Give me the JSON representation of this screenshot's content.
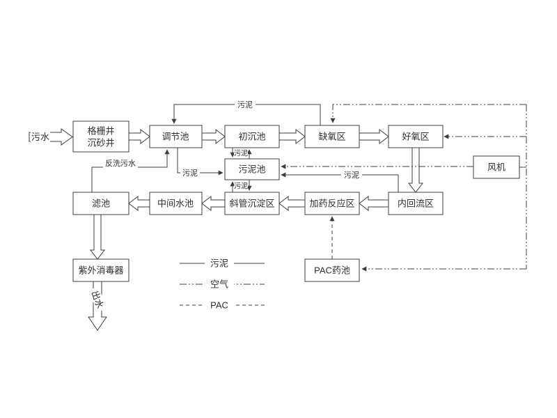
{
  "diagram": {
    "nodes": {
      "influent": "污水",
      "grit_well_line1": "格栅井",
      "grit_well_line2": "沉砂井",
      "regulating_tank": "调节池",
      "primary_sedimentation_tank": "初沉池",
      "anoxic_zone": "缺氧区",
      "aerobic_zone": "好氧区",
      "blower": "风机",
      "sludge_tank": "污泥池",
      "internal_reflux_zone": "内回流区",
      "dosing_reaction_zone": "加药反应区",
      "inclined_tube_sedimentation_zone": "斜管沉淀区",
      "intermediate_water_tank": "中间水池",
      "filter_tank": "滤池",
      "uv_disinfector": "紫外消毒器",
      "pac_dosing_tank": "PAC药池",
      "effluent": "出水"
    },
    "edge_labels": {
      "sludge_return_top": "污泥",
      "sludge_primary_to_tank": "污泥",
      "sludge_inclined_to_tank": "污泥",
      "sludge_reflux_to_tank": "污泥",
      "sludge_regulating_to_tank": "污泥",
      "backwash_water": "反洗污水"
    },
    "legend": {
      "sludge": "污泥",
      "air": "空气",
      "pac": "PAC"
    },
    "colors": {
      "line": "#3c3c3c",
      "background": "#ffffff"
    }
  }
}
